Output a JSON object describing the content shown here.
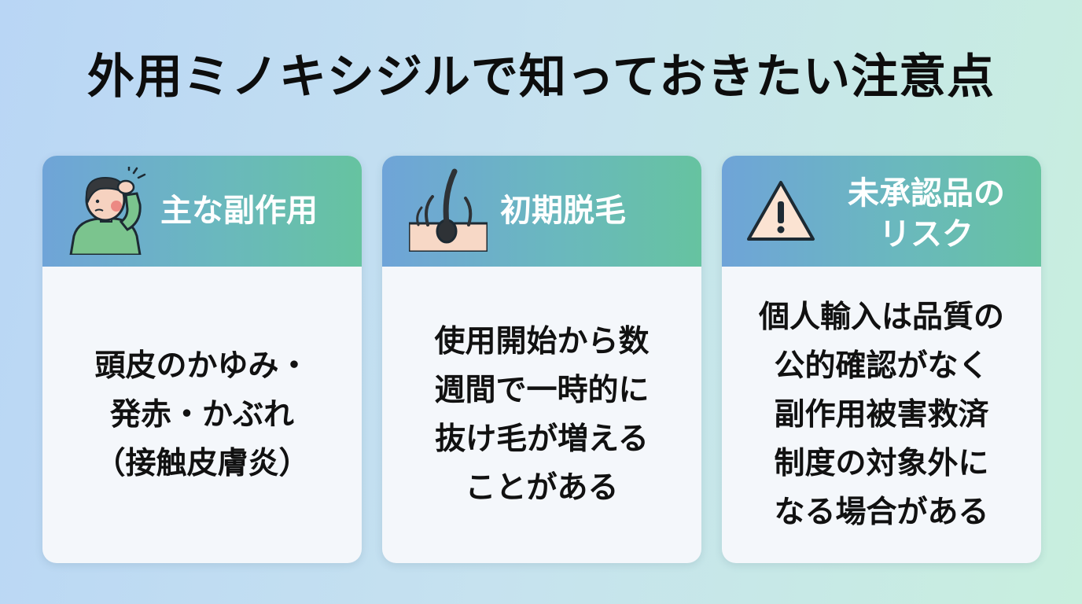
{
  "page": {
    "title": "外用ミノキシジルで知っておきたい注意点"
  },
  "cards": [
    {
      "heading": "主な副作用",
      "icon": "person-scratching-head-icon",
      "body": "頭皮のかゆみ・\n発赤・かぶれ\n（接触皮膚炎）"
    },
    {
      "heading": "初期脱毛",
      "icon": "hair-follicle-icon",
      "body": "使用開始から数\n週間で一時的に\n抜け毛が増える\nことがある"
    },
    {
      "heading": "未承認品の\nリスク",
      "icon": "warning-triangle-icon",
      "body": "個人輸入は品質の\n公的確認がなく\n副作用被害救済\n制度の対象外に\nなる場合がある"
    }
  ],
  "colors": {
    "header_gradient_start": "#6fa4d8",
    "header_gradient_end": "#66c3a0",
    "card_body": "#f4f7fb",
    "title_text": "#0d0d0d"
  }
}
